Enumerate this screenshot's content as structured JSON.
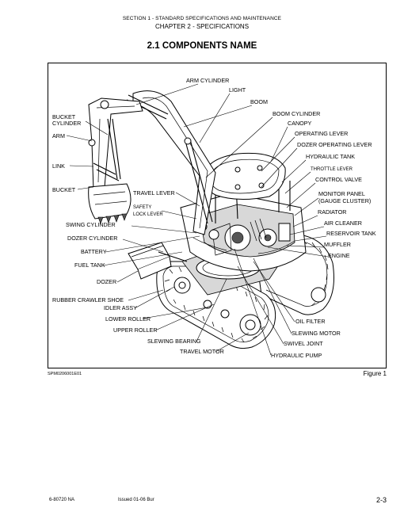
{
  "header": {
    "section": "SECTION 1 - STANDARD SPECIFICATIONS AND MAINTENANCE",
    "chapter": "CHAPTER 2 - SPECIFICATIONS"
  },
  "title": "2.1  COMPONENTS NAME",
  "figure": {
    "id": "SPM0206001E01",
    "label": "Figure 1",
    "labels": {
      "arm_cylinder": "ARM CYLINDER",
      "light": "LIGHT",
      "boom": "BOOM",
      "bucket_cylinder_1": "BUCKET",
      "bucket_cylinder_2": "CYLINDER",
      "boom_cylinder": "BOOM CYLINDER",
      "canopy": "CANOPY",
      "arm": "ARM",
      "operating_lever": "OPERATING LEVER",
      "dozer_operating_lever": "DOZER OPERATING LEVER",
      "hydraulic_tank": "HYDRAULIC TANK",
      "link": "LINK",
      "throttle_lever": "THROTTLE LEVER",
      "control_valve": "CONTROL VALVE",
      "bucket": "BUCKET",
      "travel_lever": "TRAVEL LEVER",
      "monitor_panel_1": "MONITOR PANEL",
      "monitor_panel_2": "(GAUGE CLUSTER)",
      "safety_lock_lever_1": "SAFETY",
      "safety_lock_lever_2": "LOCK LEVER",
      "radiator": "RADIATOR",
      "swing_cylinder": "SWING CYLINDER",
      "air_cleaner": "AIR CLEANER",
      "reservoir_tank": "RESERVOIR TANK",
      "dozer_cylinder": "DOZER CYLINDER",
      "muffler": "MUFFLER",
      "battery": "BATTERY",
      "engine": "ENGINE",
      "fuel_tank": "FUEL TANK",
      "dozer": "DOZER",
      "rubber_crawler_shoe": "RUBBER CRAWLER SHOE",
      "idler_assy": "IDLER ASSY",
      "lower_roller": "LOWER ROLLER",
      "oil_filter": "OIL FILTER",
      "upper_roller": "UPPER ROLLER",
      "slewing_motor": "SLEWING MOTOR",
      "slewing_bearing": "SLEWING BEARING",
      "swivel_joint": "SWIVEL JOINT",
      "travel_motor": "TRAVEL MOTOR",
      "hydraulic_pump": "HYDRAULIC PUMP"
    }
  },
  "footer": {
    "doc_number": "6-80720 NA",
    "issued": "Issued 01-06   Bur",
    "page": "2-3"
  }
}
